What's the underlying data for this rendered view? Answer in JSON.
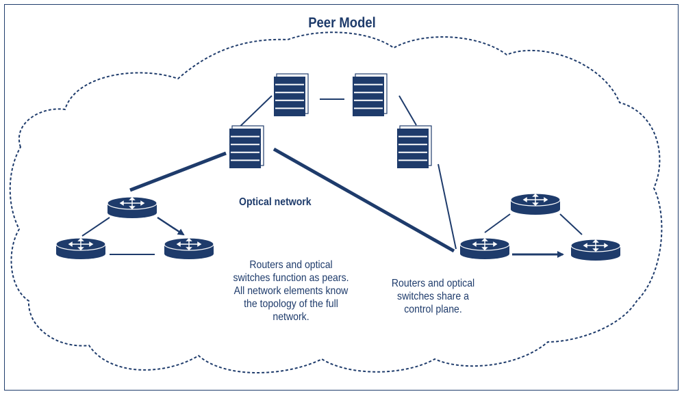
{
  "title": "Peer Model",
  "optical_label": "Optical network",
  "caption_left": "Routers and optical\nswitches function as pears.\nAll network elements know\nthe topology of the full\nnetwork.",
  "caption_right": "Routers and optical\nswitches share a\ncontrol plane.",
  "colors": {
    "primary": "#1e3b6b",
    "background": "#ffffff"
  },
  "nodes": {
    "optical_switches": [
      "switch-top-left",
      "switch-top-right",
      "switch-left",
      "switch-right"
    ],
    "routers": [
      "router-left-top",
      "router-left-bottom-left",
      "router-left-bottom-right",
      "router-right-top",
      "router-right-bottom-left",
      "router-right-bottom-right"
    ]
  }
}
